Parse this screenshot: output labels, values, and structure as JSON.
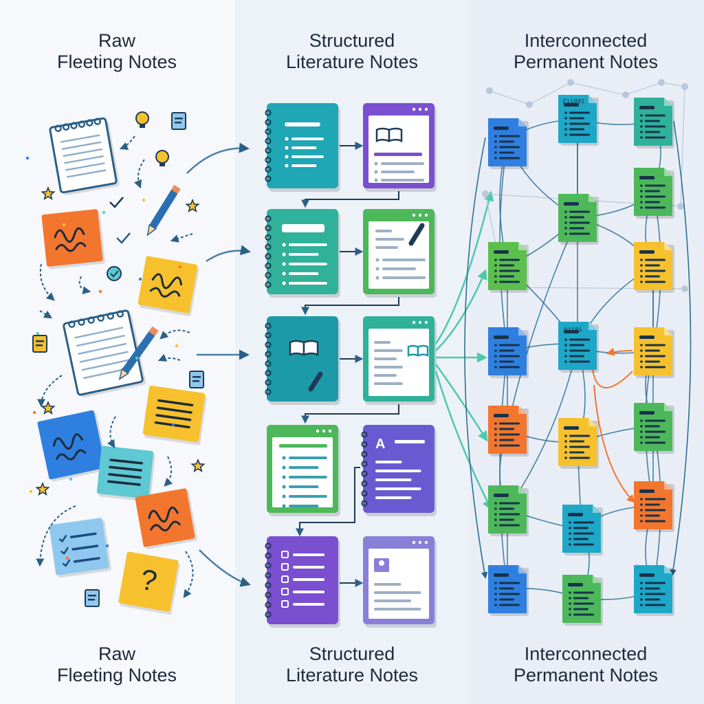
{
  "columns": [
    {
      "id": "raw",
      "title_line1": "Raw",
      "title_line2": "Fleeting Notes"
    },
    {
      "id": "structured",
      "title_line1": "Structured",
      "title_line2": "Literature Notes"
    },
    {
      "id": "permanent",
      "title_line1": "Interconnected",
      "title_line2": "Permanent Notes"
    }
  ],
  "footer": [
    {
      "id": "raw",
      "title_line1": "Raw",
      "title_line2": "Fleeting Notes"
    },
    {
      "id": "structured",
      "title_line1": "Structured",
      "title_line2": "Literature Notes"
    },
    {
      "id": "permanent",
      "title_line1": "Interconnected",
      "title_line2": "Permanent Notes"
    }
  ],
  "note_labels": {
    "binary_a": "I1109I",
    "binary_b": "01101",
    "letter_a": "A",
    "question": "?"
  },
  "colors": {
    "teal": "#1fa7b5",
    "green": "#4cb85a",
    "purple": "#7a4fd0",
    "blue": "#2f7fe0",
    "orange": "#f2762e",
    "yellow": "#f6c12d",
    "arrow": "#2b5f86"
  }
}
